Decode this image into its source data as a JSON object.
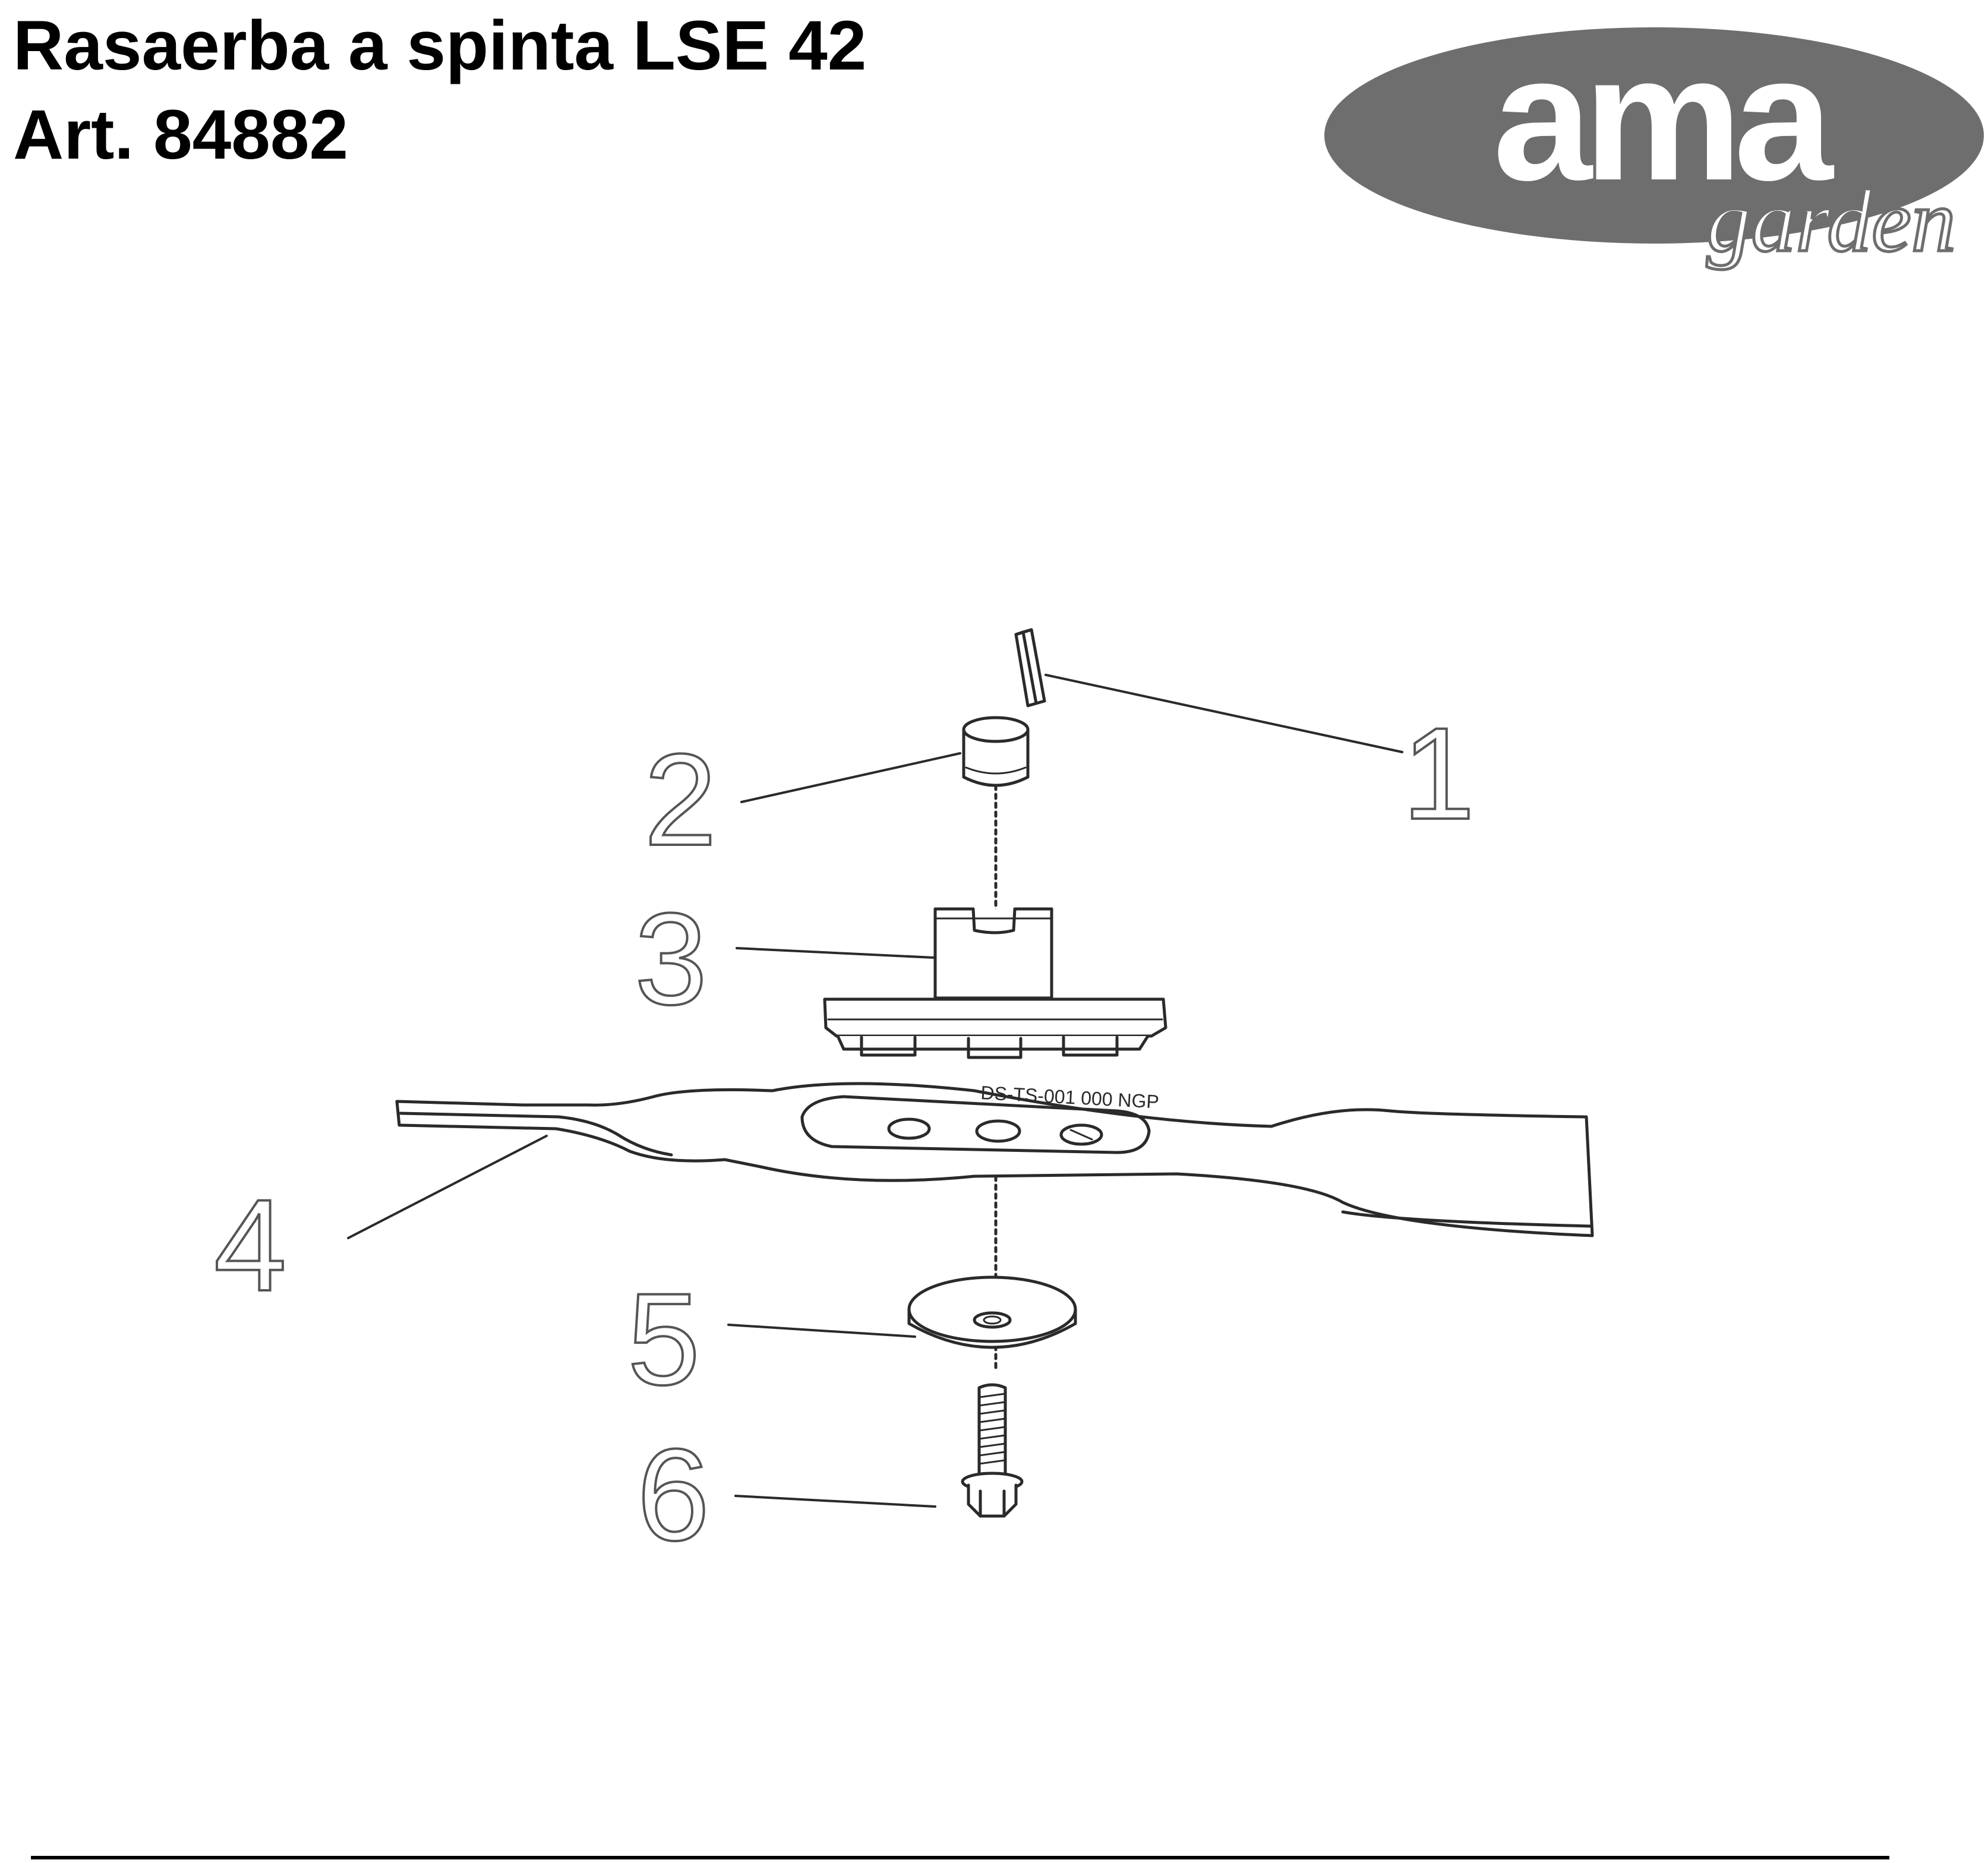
{
  "header": {
    "title_line1": "Rasaerba a spinta LSE 42",
    "title_line2": "Art. 84882"
  },
  "logo": {
    "brand": "ama",
    "sub": "garden",
    "colors": {
      "oval": "#6e6e6e",
      "brand_text": "#ffffff",
      "sub_text": "#6e6e6e"
    }
  },
  "diagram": {
    "callouts": [
      {
        "number": "1",
        "part": "pin-icon"
      },
      {
        "number": "2",
        "part": "bushing-icon"
      },
      {
        "number": "3",
        "part": "blade-adapter-icon"
      },
      {
        "number": "4",
        "part": "blade-icon"
      },
      {
        "number": "5",
        "part": "washer-icon"
      },
      {
        "number": "6",
        "part": "bolt-icon"
      }
    ],
    "blade_marking": "DS-TS-001 000  NGP"
  }
}
